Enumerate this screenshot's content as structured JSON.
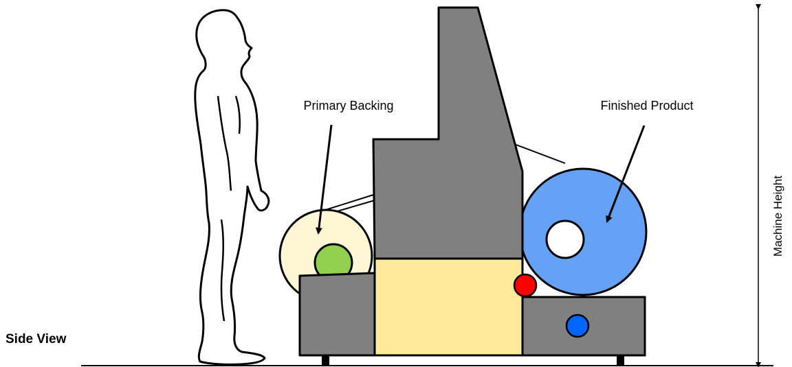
{
  "labels": {
    "view": "Side View",
    "primary_backing": "Primary Backing",
    "finished_product": "Finished Product",
    "machine_height": "Machine Height"
  },
  "colors": {
    "machine_gray": "#808080",
    "yellow_panel": "#FFE99A",
    "backing_roll": "#FFF6D5",
    "finished_roll": "#65A1F5",
    "green_core": "#92D050",
    "red_roller": "#FF0000",
    "blue_roller": "#0066FF",
    "outline": "#000000"
  },
  "icons": {
    "person": "human-silhouette-icon"
  }
}
